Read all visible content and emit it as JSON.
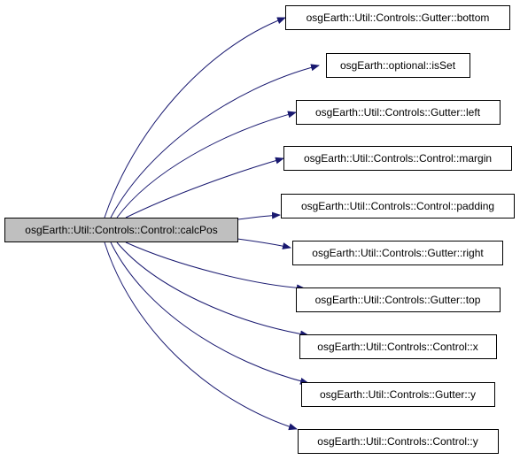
{
  "graph": {
    "source": {
      "label": "osgEarth::Util::Controls::Control::calcPos"
    },
    "targets": [
      {
        "label": "osgEarth::Util::Controls::Gutter::bottom"
      },
      {
        "label": "osgEarth::optional::isSet"
      },
      {
        "label": "osgEarth::Util::Controls::Gutter::left"
      },
      {
        "label": "osgEarth::Util::Controls::Control::margin"
      },
      {
        "label": "osgEarth::Util::Controls::Control::padding"
      },
      {
        "label": "osgEarth::Util::Controls::Gutter::right"
      },
      {
        "label": "osgEarth::Util::Controls::Gutter::top"
      },
      {
        "label": "osgEarth::Util::Controls::Control::x"
      },
      {
        "label": "osgEarth::Util::Controls::Gutter::y"
      },
      {
        "label": "osgEarth::Util::Controls::Control::y"
      }
    ],
    "colors": {
      "source_fill": "#bfbfbf",
      "node_fill": "#ffffff",
      "node_border": "#000000",
      "edge": "#191970"
    }
  }
}
